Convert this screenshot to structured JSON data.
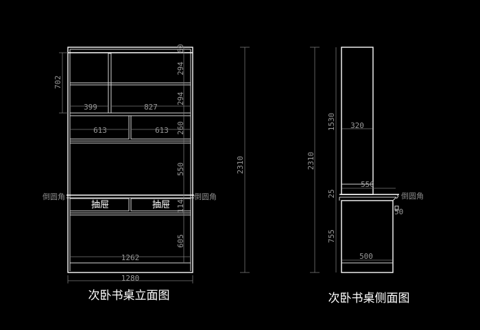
{
  "front_view": {
    "caption": "次卧书桌立面图",
    "dims": {
      "top_gap": "60",
      "shelf1": "294",
      "shelf2": "294",
      "shelf3": "260",
      "open_area": "550",
      "drawer": "114",
      "lower": "605",
      "upper_height": "702",
      "cell_left": "399",
      "cell_right": "827",
      "half_left": "613",
      "half_right": "613",
      "inner_width": "1262",
      "total_width": "1280",
      "total_height": "2310"
    },
    "drawer_left": "抽屉",
    "drawer_right": "抽屉",
    "round_left": "倒圆角",
    "round_right": "倒圆角"
  },
  "side_view": {
    "caption": "次卧书桌侧面图",
    "dims": {
      "total_height": "2310",
      "upper_height": "1530",
      "desk_thick": "25",
      "lower_height": "755",
      "upper_depth": "320",
      "desk_depth": "550",
      "base_depth": "500",
      "overhang": "50"
    },
    "round": "倒圆角"
  }
}
